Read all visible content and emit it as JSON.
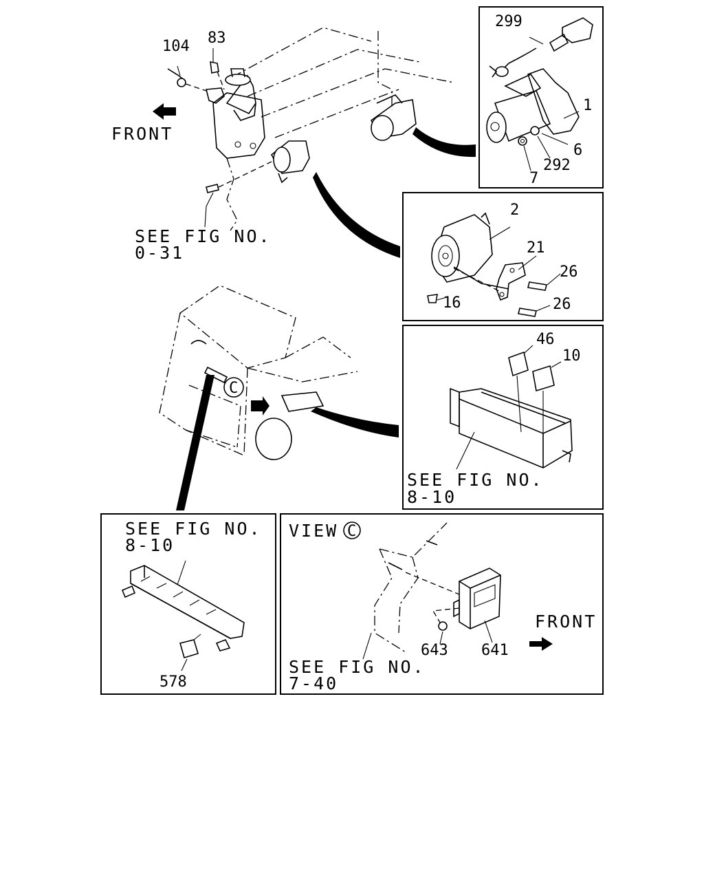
{
  "parts": [
    {
      "id": "part-104",
      "number": "104"
    },
    {
      "id": "part-83",
      "number": "83"
    },
    {
      "id": "part-299",
      "number": "299"
    },
    {
      "id": "part-1",
      "number": "1"
    },
    {
      "id": "part-6",
      "number": "6"
    },
    {
      "id": "part-292",
      "number": "292"
    },
    {
      "id": "part-7",
      "number": "7"
    },
    {
      "id": "part-2",
      "number": "2"
    },
    {
      "id": "part-21",
      "number": "21"
    },
    {
      "id": "part-26a",
      "number": "26"
    },
    {
      "id": "part-16",
      "number": "16"
    },
    {
      "id": "part-26b",
      "number": "26"
    },
    {
      "id": "part-46",
      "number": "46"
    },
    {
      "id": "part-10",
      "number": "10"
    },
    {
      "id": "part-578",
      "number": "578"
    },
    {
      "id": "part-643",
      "number": "643"
    },
    {
      "id": "part-641",
      "number": "641"
    }
  ],
  "front_labels": {
    "top": "FRONT",
    "view_c": "FRONT"
  },
  "references": {
    "fig_0_31": {
      "line1": "SEE FIG NO.",
      "line2": "0-31"
    },
    "fig_8_10_relay": {
      "line1": "SEE FIG NO.",
      "line2": "8-10"
    },
    "fig_8_10_bracket": {
      "line1": "SEE FIG NO.",
      "line2": "8-10"
    },
    "fig_7_40": {
      "line1": "SEE FIG NO.",
      "line2": "7-40"
    }
  },
  "view_c": {
    "label": "VIEW",
    "symbol": "C"
  },
  "callout_c": "C"
}
